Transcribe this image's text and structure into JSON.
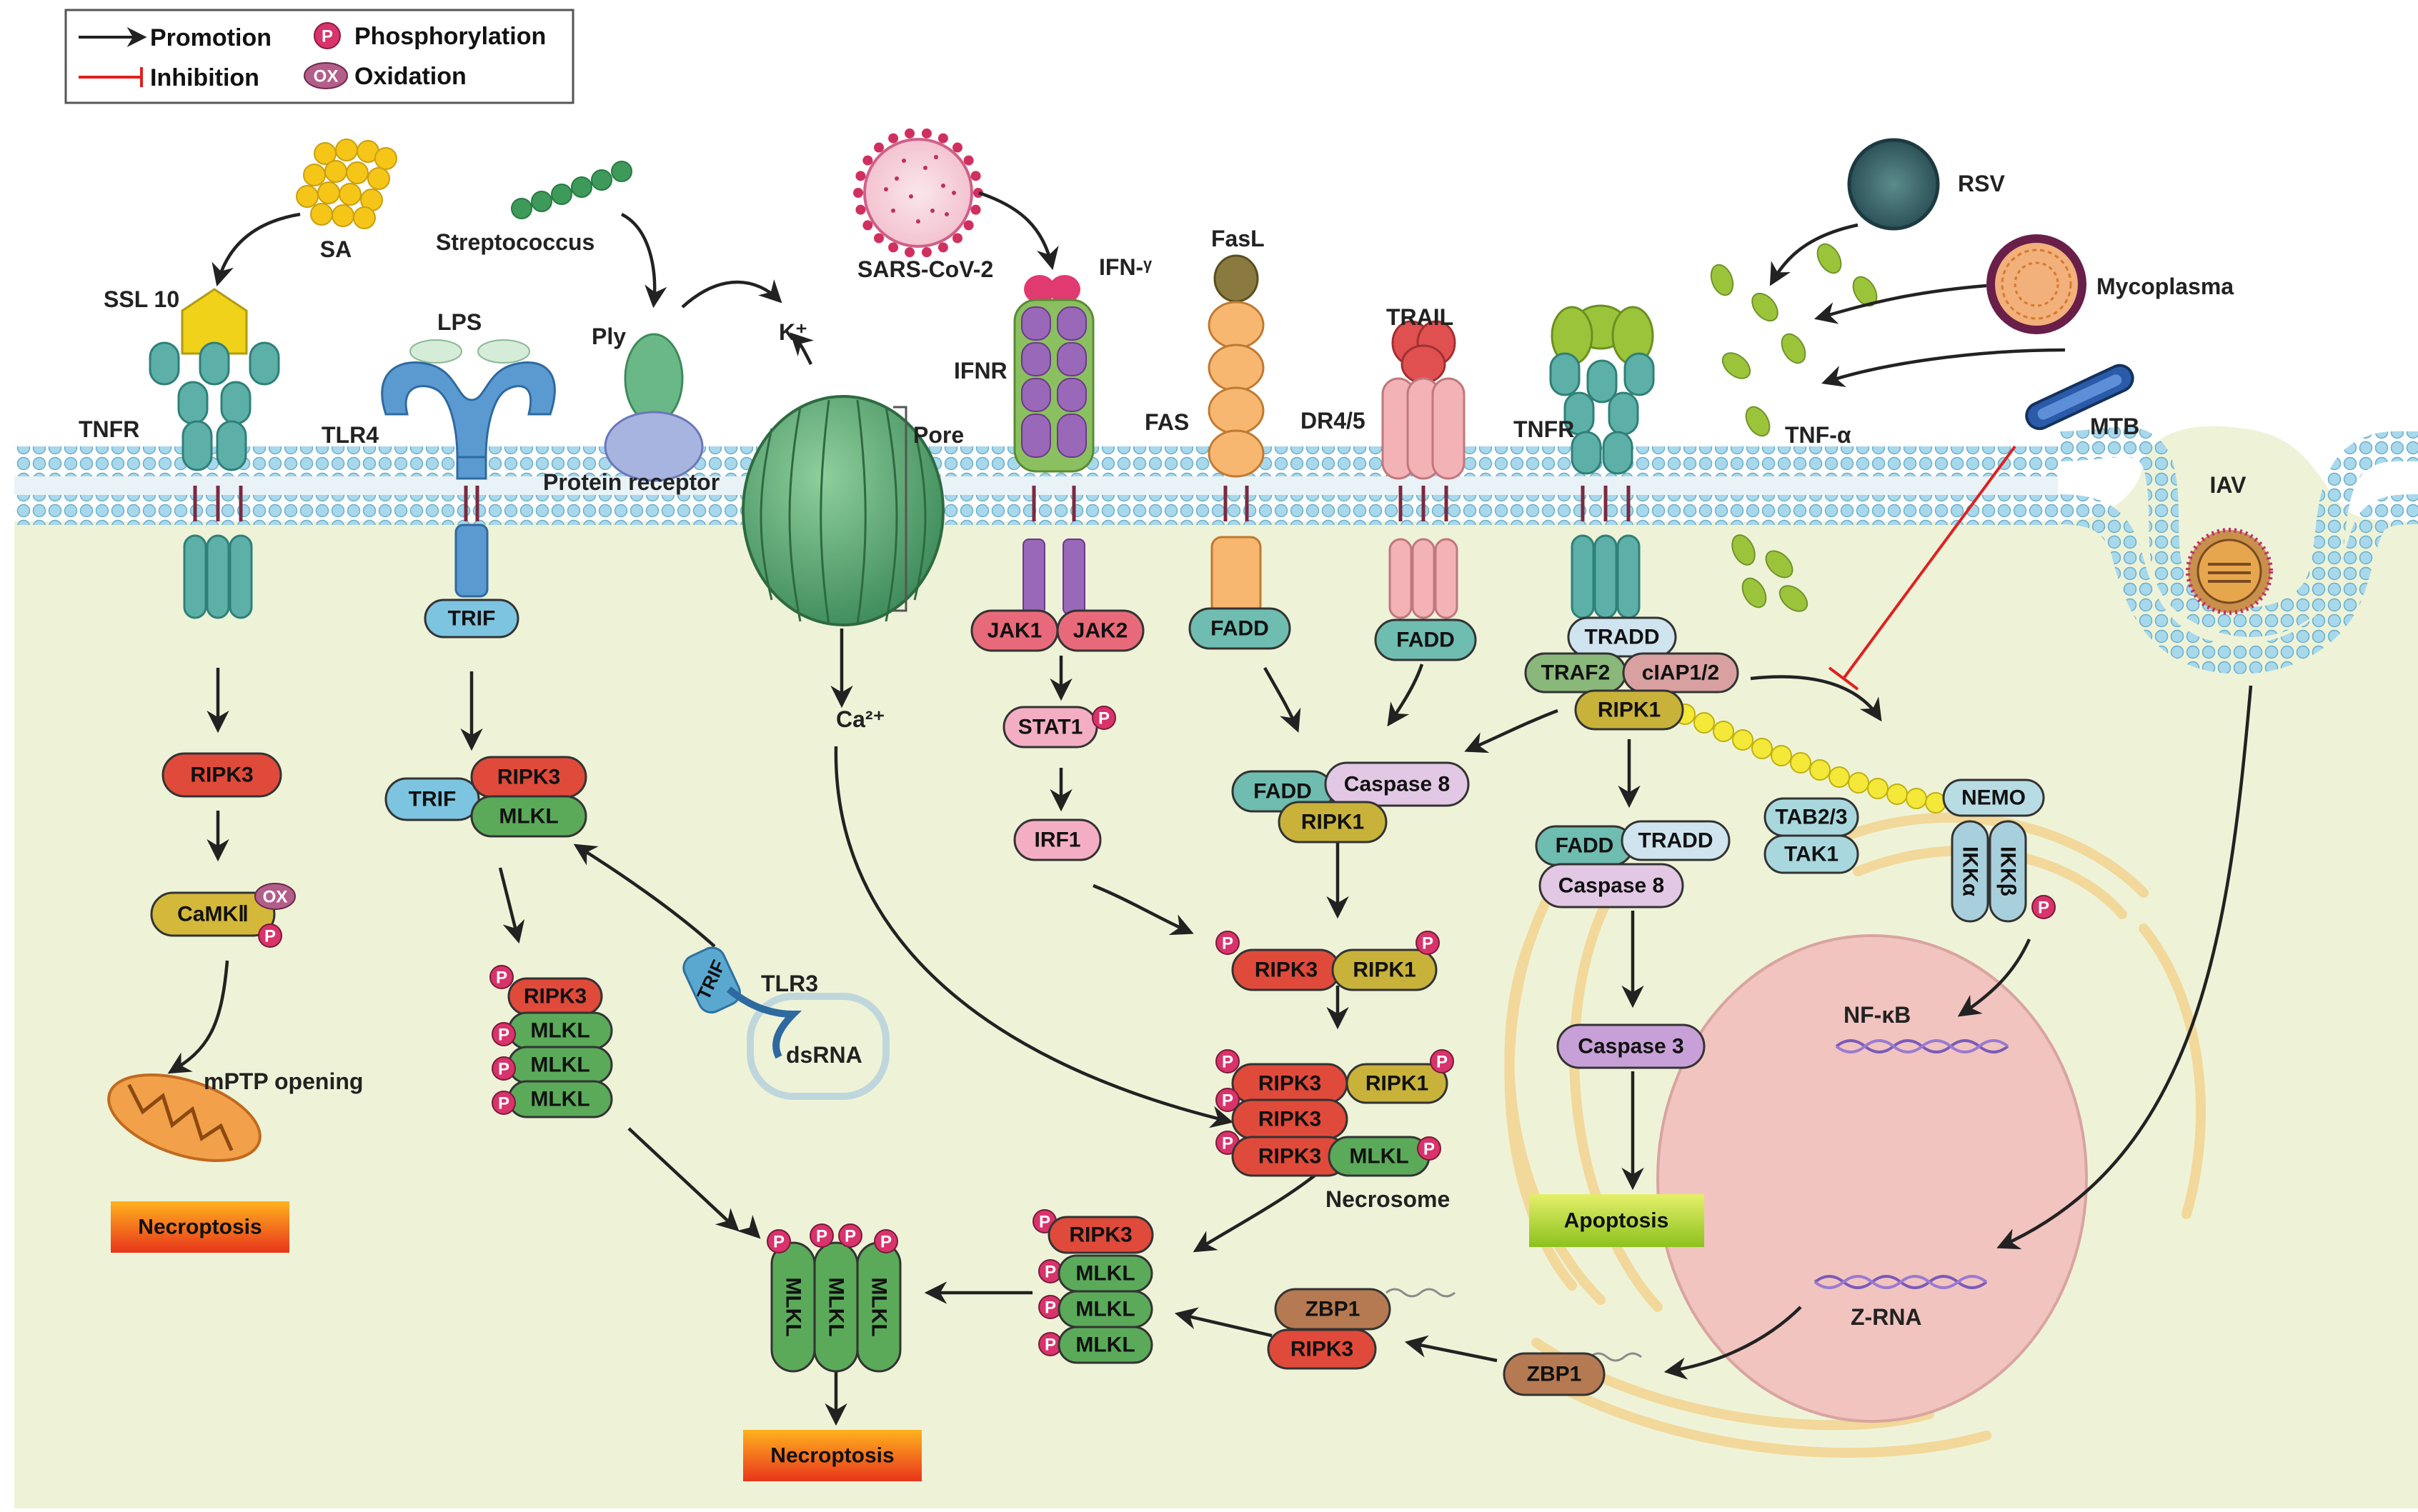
{
  "legend": {
    "promotion": "Promotion",
    "inhibition": "Inhibition",
    "phosphorylation": "Phosphorylation",
    "oxidation": "Oxidation",
    "p": "P",
    "ox": "OX"
  },
  "pathogens": {
    "sa": "SA",
    "streptococcus": "Streptococcus",
    "sars": "SARS-CoV-2",
    "rsv": "RSV",
    "mycoplasma": "Mycoplasma",
    "mtb": "MTB",
    "iav": "IAV"
  },
  "ligands": {
    "ssl10": "SSL 10",
    "lps": "LPS",
    "ply": "Ply",
    "k": "K⁺",
    "ifng": "IFN-ᵞ",
    "fasl": "FasL",
    "trail": "TRAIL",
    "tnfa": "TNF-α"
  },
  "receptors": {
    "tnfr1": "TNFR",
    "tlr4": "TLR4",
    "protein_receptor": "Protein receptor",
    "pore": "Pore",
    "ifnr": "IFNR",
    "fas": "FAS",
    "dr45": "DR4/5",
    "tnfr2": "TNFR"
  },
  "proteins": {
    "trif": "TRIF",
    "jak1": "JAK1",
    "jak2": "JAK2",
    "ca": "Ca²⁺",
    "fadd": "FADD",
    "tradd": "TRADD",
    "traf2": "TRAF2",
    "ciap": "cIAP1/2",
    "ripk1": "RIPK1",
    "ripk3": "RIPK3",
    "mlkl": "MLKL",
    "camk": "CaMKⅡ",
    "stat1": "STAT1",
    "irf1": "IRF1",
    "caspase8": "Caspase 8",
    "caspase3": "Caspase 3",
    "tab23": "TAB2/3",
    "tak1": "TAK1",
    "nemo": "NEMO",
    "ikka": "IKKα",
    "ikkb": "IKKβ",
    "zbp1": "ZBP1",
    "tlr3": "TLR3",
    "dsrna": "dsRNA"
  },
  "annotations": {
    "mptp": "mPTP opening",
    "necrosome": "Necrosome",
    "nfkb": "NF-κB",
    "zrna": "Z-RNA"
  },
  "outcomes": {
    "necroptosis": "Necroptosis",
    "apoptosis": "Apoptosis"
  },
  "colors": {
    "membrane": "#9fd3e6",
    "cytoplasm": "#eef3d8",
    "ripk3": "#e04a3a",
    "mlkl": "#5aaa5a",
    "ripk1": "#c8b23a",
    "fadd": "#6fbcb0",
    "caspase8": "#e2c8e4",
    "phospho": "#d9336b",
    "nucleus": "#f1c4c0",
    "arrow": "#222222",
    "inhibit": "#e02020"
  }
}
